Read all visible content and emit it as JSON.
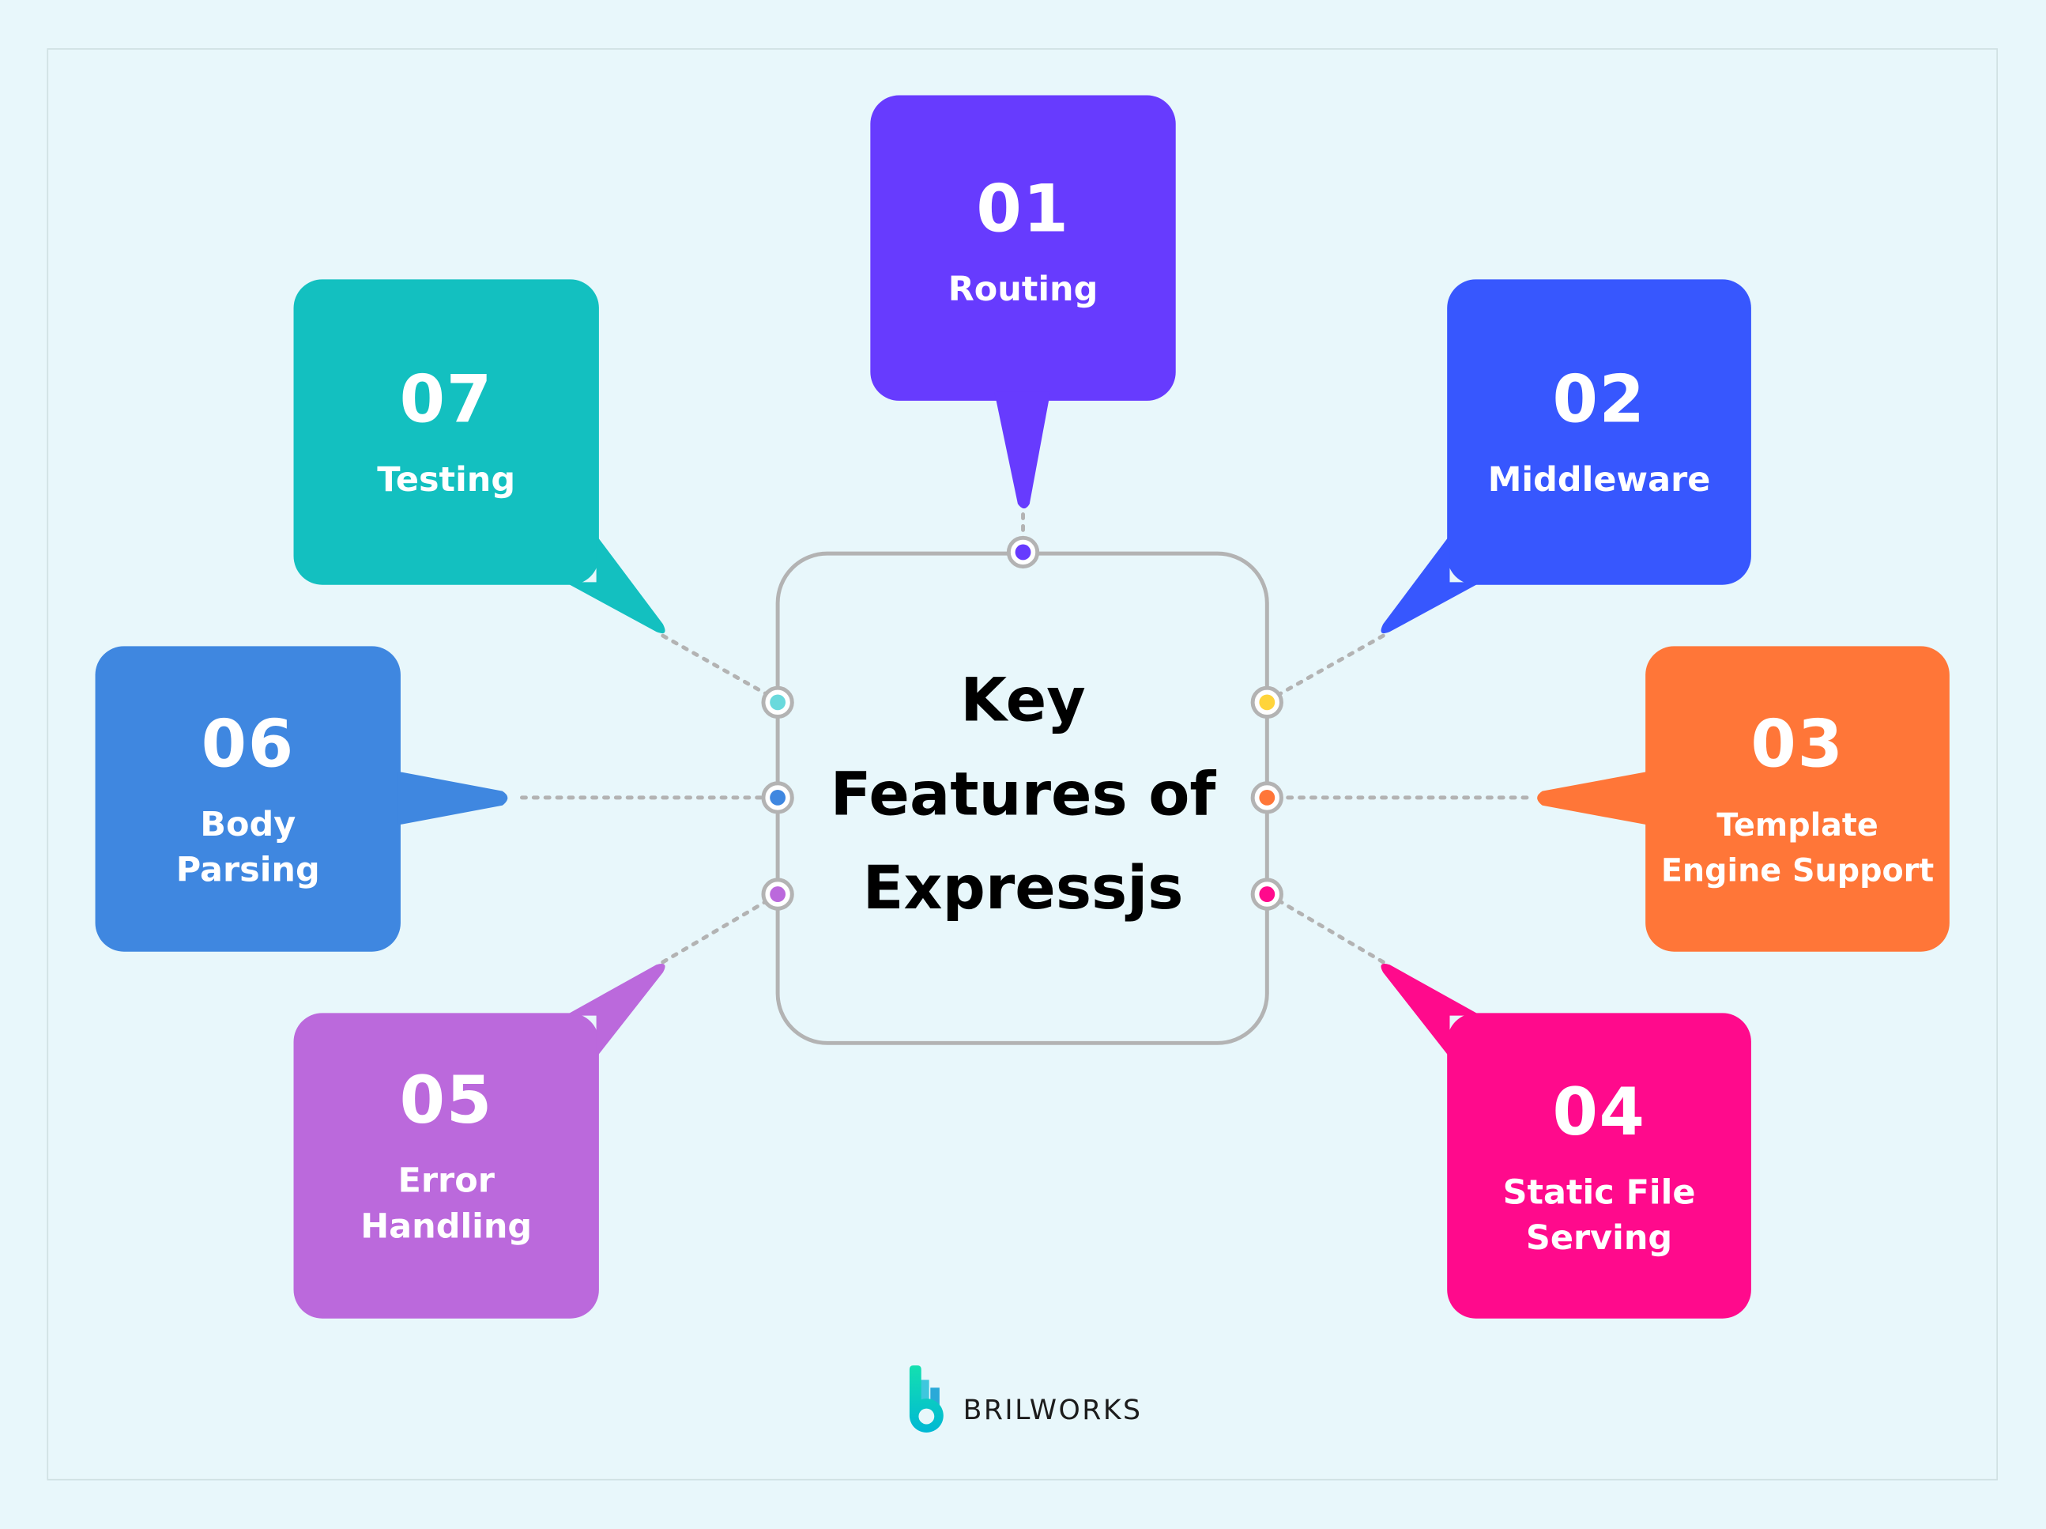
{
  "title": {
    "line1": "Key",
    "line2": "Features of",
    "line3": "Expressjs"
  },
  "features": [
    {
      "number": "01",
      "label_line1": "Routing",
      "label_line2": "",
      "color": "#673bfe",
      "dot_color": "#673bfe"
    },
    {
      "number": "02",
      "label_line1": "Middleware",
      "label_line2": "",
      "color": "#3757fe",
      "dot_color": "#ffd43b"
    },
    {
      "number": "03",
      "label_line1": "Template",
      "label_line2": "Engine Support",
      "color": "#ff7638",
      "dot_color": "#ff7638"
    },
    {
      "number": "04",
      "label_line1": "Static File",
      "label_line2": "Serving",
      "color": "#ff0a8c",
      "dot_color": "#ff0a8c"
    },
    {
      "number": "05",
      "label_line1": "Error",
      "label_line2": "Handling",
      "color": "#bb69dc",
      "dot_color": "#bb69dc"
    },
    {
      "number": "06",
      "label_line1": "Body",
      "label_line2": "Parsing",
      "color": "#3f87e0",
      "dot_color": "#3f87e0"
    },
    {
      "number": "07",
      "label_line1": "Testing",
      "label_line2": "",
      "color": "#13c0c0",
      "dot_color": "#6ad9dc"
    }
  ],
  "brand": {
    "name": "BRILWORKS"
  },
  "colors": {
    "background": "#e8f7fb",
    "connector": "#b3b3b3"
  }
}
